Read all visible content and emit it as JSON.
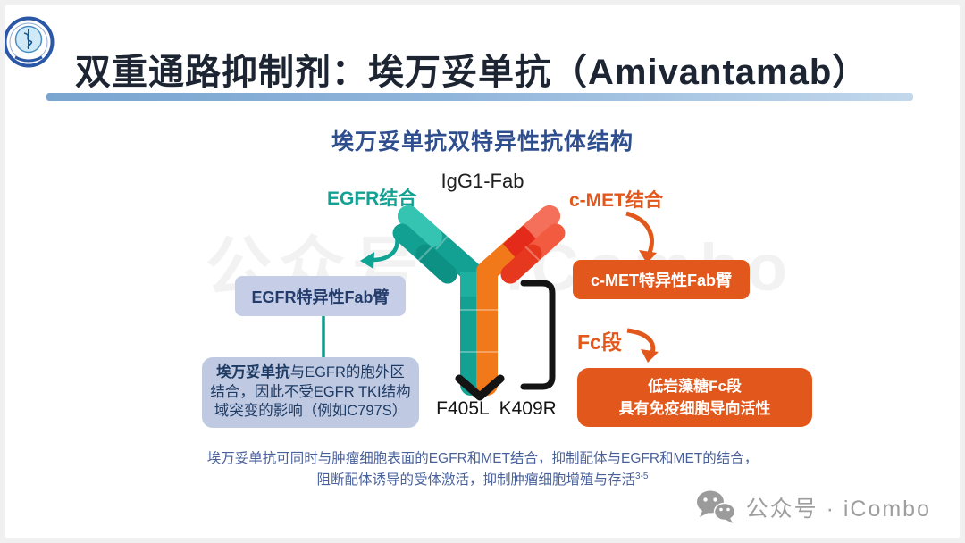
{
  "header": {
    "title": "双重通路抑制剂：埃万妥单抗（Amivantamab）",
    "logo_name": "hospital-emblem",
    "underline_colors": [
      "#79a5d0",
      "#c2d8ec"
    ]
  },
  "subtitle": "埃万妥单抗双特异性抗体结构",
  "watermark": "公众号 · iCombo",
  "diagram": {
    "igg1_label": "IgG1-Fab",
    "egfr_binding_label": "EGFR结合",
    "cmet_binding_label": "c-MET结合",
    "fc_label": "Fc段",
    "mutation_label": "F405L  K409R",
    "egfr_fab_box": "EGFR特异性Fab臂",
    "cmet_fab_box": "c-MET特异性Fab臂",
    "egfr_note_bold": "埃万妥单抗",
    "egfr_note_rest": "与EGFR的胞外区结合，因此不受EGFR TKI结构域突变的影响（例如C797S）",
    "fc_box_line1": "低岩藻糖Fc段",
    "fc_box_line2": "具有免疫细胞导向活性",
    "colors": {
      "teal": "#12a192",
      "teal_light": "#35c4b2",
      "orange_stem": "#f1791a",
      "salmon": "#f4705a",
      "red_segment": "#e42a1a",
      "orange_box": "#e2571b",
      "light_blue_box": "#c6cee7",
      "note_box": "#bfc9e2",
      "bracket_black": "#141414"
    }
  },
  "caption": {
    "line1": "埃万妥单抗可同时与肿瘤细胞表面的EGFR和MET结合，抑制配体与EGFR和MET的结合，",
    "line2": "阻断配体诱导的受体激活，抑制肿瘤细胞增殖与存活",
    "superscript": "3-5"
  },
  "footer": {
    "wechat_label": "公众号 · iCombo"
  }
}
